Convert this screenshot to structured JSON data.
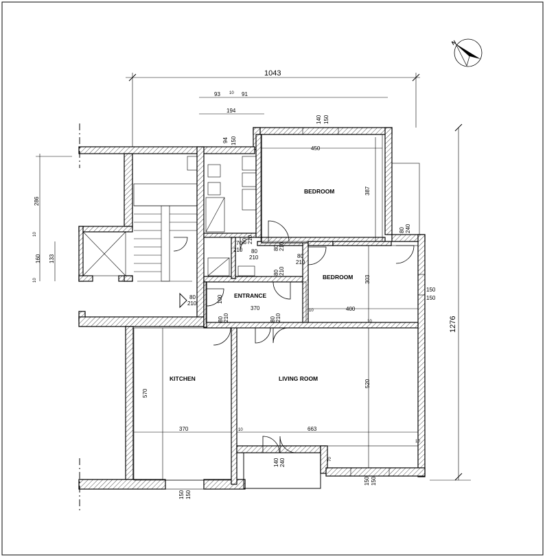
{
  "rooms": {
    "bedroom_top": "BEDROOM",
    "bedroom_right": "BEDROOM",
    "entrance": "ENTRANCE",
    "kitchen": "KITCHEN",
    "living_room": "LIVING ROOM"
  },
  "dimensions": {
    "overall_width": "1043",
    "overall_height": "1276",
    "d93": "93",
    "d10_top": "10",
    "d91": "91",
    "d194": "194",
    "d94": "94",
    "d150_top": "150",
    "d140_top": "140",
    "d150_top2": "150",
    "bed1_width": "450",
    "bed1_height": "387",
    "d80_240": "80",
    "d240": "240",
    "d286": "286",
    "d10_a": "10",
    "d160": "160",
    "d133": "133",
    "d10_b": "10",
    "d70": "70",
    "d210_a": "210",
    "d80_a": "80",
    "d210_b": "210",
    "d80_b": "80",
    "d210_c": "210",
    "d80_c": "80",
    "d210_d": "210",
    "d80_d": "80",
    "d210_e": "210",
    "d80_e": "80",
    "d210_f": "210",
    "bed2_height": "303",
    "bed2_width": "400",
    "d10_c": "10",
    "d10_d": "10",
    "win_150a": "150",
    "win_150b": "150",
    "d80_door": "80",
    "d210_door": "210",
    "d100": "100",
    "entrance_width": "370",
    "d80_f": "80",
    "d210_g": "210",
    "d80_g": "80",
    "d210_h": "210",
    "kitchen_height": "570",
    "kitchen_width": "370",
    "d10_e": "10",
    "living_width": "663",
    "living_height": "520",
    "d10_f": "10",
    "d140_bal": "140",
    "d240_bal": "240",
    "d150_bot_a": "150",
    "d150_bot_b": "150",
    "d150_bot_c": "150",
    "d150_bot_d": "150"
  },
  "icons": {
    "north": "north-arrow-icon"
  }
}
